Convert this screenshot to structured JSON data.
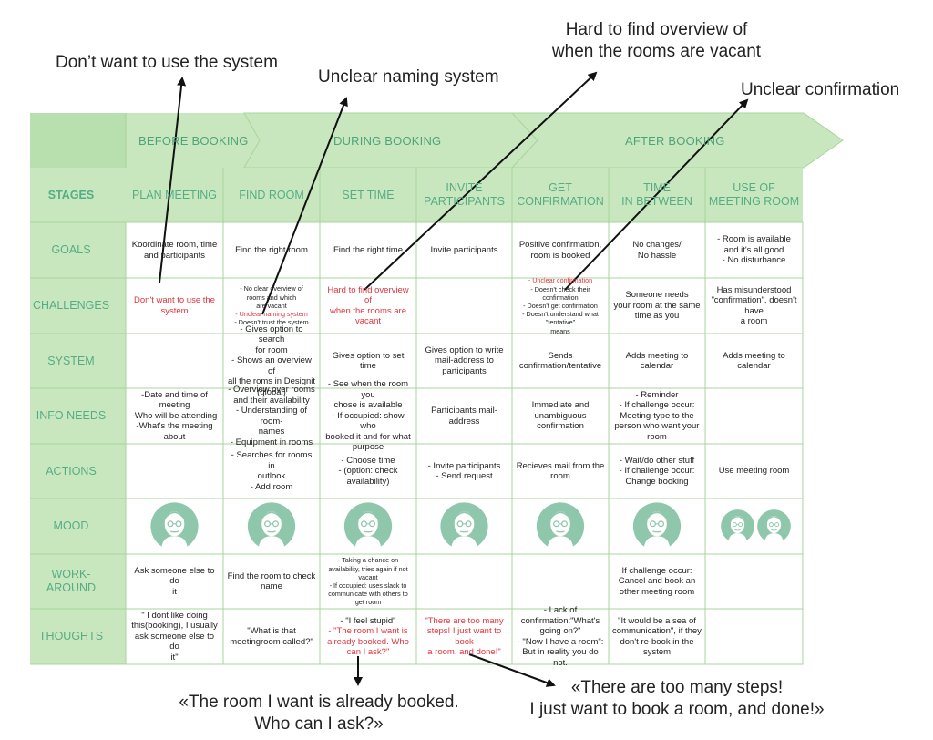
{
  "annotations": {
    "dont_want": "Don’t want to use the system",
    "unclear_naming": "Unclear naming system",
    "hard_to_find_line1": "Hard to find overview of",
    "hard_to_find_line2": "when the rooms are vacant",
    "unclear_confirmation": "Unclear confirmation",
    "room_booked_line1": "«The room I want is already booked.",
    "room_booked_line2": "Who can I ask?»",
    "too_many_line1": "«There are too many steps!",
    "too_many_line2": "I just want to book a room, and done!»"
  },
  "phases": {
    "before": "BEFORE BOOKING",
    "during": "DURING BOOKING",
    "after": "AFTER BOOKING"
  },
  "stages_label": "STAGES",
  "stages": [
    "PLAN MEETING",
    "FIND ROOM",
    "SET TIME",
    "INVITE\nPARTICIPANTS",
    "GET\nCONFIRMATION",
    "TIME\nIN BETWEEN",
    "USE OF\nMEETING ROOM"
  ],
  "row_labels": [
    "GOALS",
    "CHALLENGES",
    "SYSTEM",
    "INFO NEEDS",
    "ACTIONS",
    "MOOD",
    "WORK-\nAROUND",
    "THOUGHTS"
  ],
  "goals": [
    "Koordinate room, time\nand participants",
    "Find the right room",
    "Find the right time",
    "Invite participants",
    "Positive confirmation,\nroom is booked",
    "No changes/\nNo hassle",
    "- Room is available\nand it's all good\n- No disturbance"
  ],
  "challenges": {
    "plan": "Don't want to use the\nsystem",
    "find_black1": "- No clear overview of\nrooms and which\nare vacant",
    "find_red": "- Unclear naming system",
    "find_black2": "- Doesn't trust the system",
    "set": "Hard to find overview of\nwhen the rooms are\nvacant",
    "invite": "",
    "confirm_red": "- Unclear confirmation",
    "confirm_black": "- Doesn't check their confirmation\n- Doesn't get confirmation\n- Doesn't understand what \"tentative\"\nmeans",
    "between": "Someone needs\nyour room at the same\ntime as you",
    "use": "Has misunderstood\n\"confirmation\", doesn't have\na room"
  },
  "system": [
    "",
    "- Gives option to search\nfor room\n- Shows an overview of\nall the roms in Designit\n(global)",
    "Gives option to set time",
    "Gives option to write\nmail-address to\nparticipants",
    "Sends\nconfirmation/tentative",
    "Adds meeting to\ncalendar",
    "Adds meeting to\ncalendar"
  ],
  "info_needs": [
    "-Date and time of\nmeeting\n-Who will be attending\n-What's the meeting\nabout",
    "- Overview over rooms\nand their availability\n- Understanding of room-\nnames\n- Equipment in rooms",
    "- See when the room you\nchose is available\n- If occupied: show who\nbooked it and for what\npurpose",
    "Participants mail-address",
    "Immediate and\nunambiguous\nconfirmation",
    "- Reminder\n- If challenge occur:\nMeeting-type to the\nperson who want your\nroom",
    ""
  ],
  "actions": [
    "",
    "- Searches for rooms in\noutlook\n- Add room",
    "- Choose time\n- (option: check\navailability)",
    "- Invite participants\n- Send request",
    "Recieves mail from the\nroom",
    "- Wait/do other stuff\n- If challenge occur:\nChange booking",
    "Use meeting room"
  ],
  "workaround": [
    "Ask someone else to do\nit",
    "Find the room to check\nname",
    "- Taking a chance on\navailability, tries again if not\nvacant\n- If occupied: uses slack to\ncommunicate with others to\nget room",
    "",
    "",
    "If challenge occur:\nCancel and book an\nother meeting room",
    ""
  ],
  "thoughts": {
    "plan": "\" I dont like doing\nthis(booking), I usually\nask someone else to do\nit\"",
    "find": "\"What is that\nmeetingroom called?\"",
    "set_black": "- \"I feel stupid\"",
    "set_red": "- \"The room I want is\nalready booked. Who\ncan I ask?\"",
    "invite": "\"There are too many\nsteps! I just want to book\na room, and done!\"",
    "confirm": "- Lack of\nconfirmation:\"What's\ngoing on?\"\n- \"Now I have a room\":\nBut in reality you do not.",
    "between": "\"It would be a sea of\ncommunication\", if they\ndon't re-book in the\nsystem",
    "use": ""
  },
  "mood_icons": [
    "face-neutral-icon",
    "face-neutral-icon",
    "face-confused-icon",
    "face-frustrated-icon",
    "face-neutral-icon",
    "face-neutral-icon",
    "face-pair-icon"
  ],
  "colors": {
    "band": "#c9e7bf",
    "band_dark": "#b8dfae",
    "grid": "#a9d49c",
    "header_text": "#55ad84",
    "avatar": "#8fc7ac",
    "red": "#e0343e"
  }
}
